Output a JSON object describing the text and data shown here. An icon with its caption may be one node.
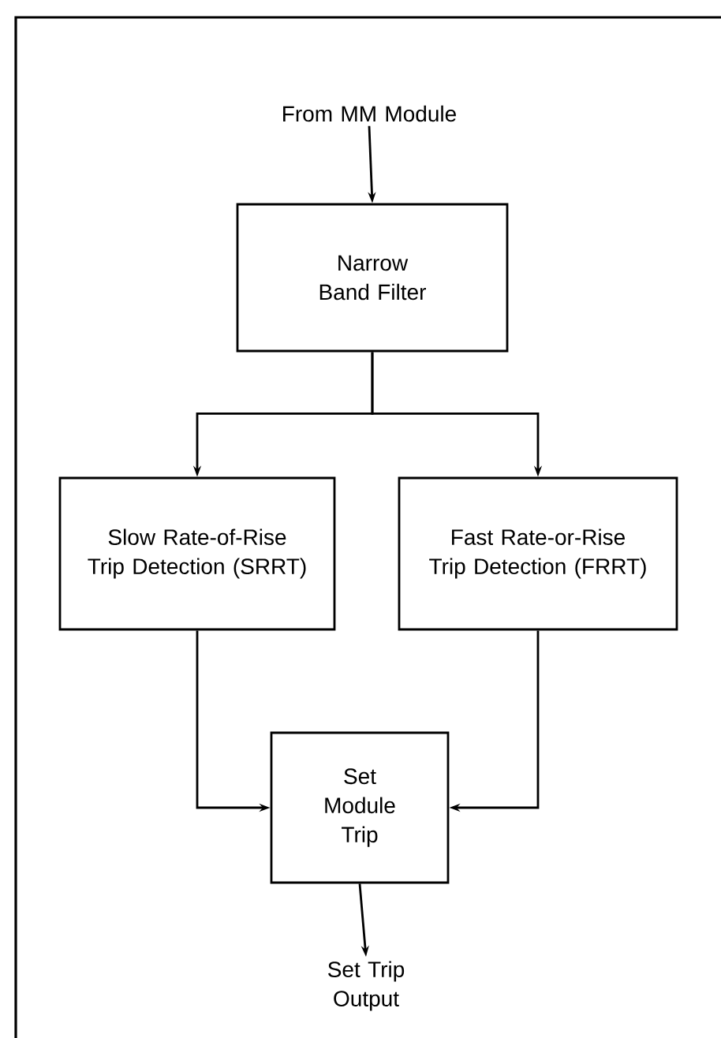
{
  "diagram": {
    "nodes": [
      {
        "text": [
          "From MM Module"
        ]
      },
      {
        "text": [
          "Narrow Band Filter"
        ]
      },
      {
        "text": [
          "Slow Rate-of-Rise Trip Detection (SRRT)"
        ]
      },
      {
        "text": [
          "Fast Rate-or-Rise Trip Detection (FRRT)"
        ]
      },
      {
        "text": [
          "Set Module Trip"
        ]
      },
      {
        "text": [
          "Set Trip Output"
        ]
      }
    ],
    "edges": [
      {
        "from": 0,
        "to": 1,
        "arrow": "to"
      },
      {
        "from": 1,
        "to": 2,
        "arrow": "to"
      },
      {
        "from": 1,
        "to": 3,
        "arrow": "to"
      },
      {
        "from": 2,
        "to": 4,
        "arrow": "to"
      },
      {
        "from": 3,
        "to": 4,
        "arrow": "to"
      },
      {
        "from": 4,
        "to": 5,
        "arrow": "to"
      }
    ]
  }
}
